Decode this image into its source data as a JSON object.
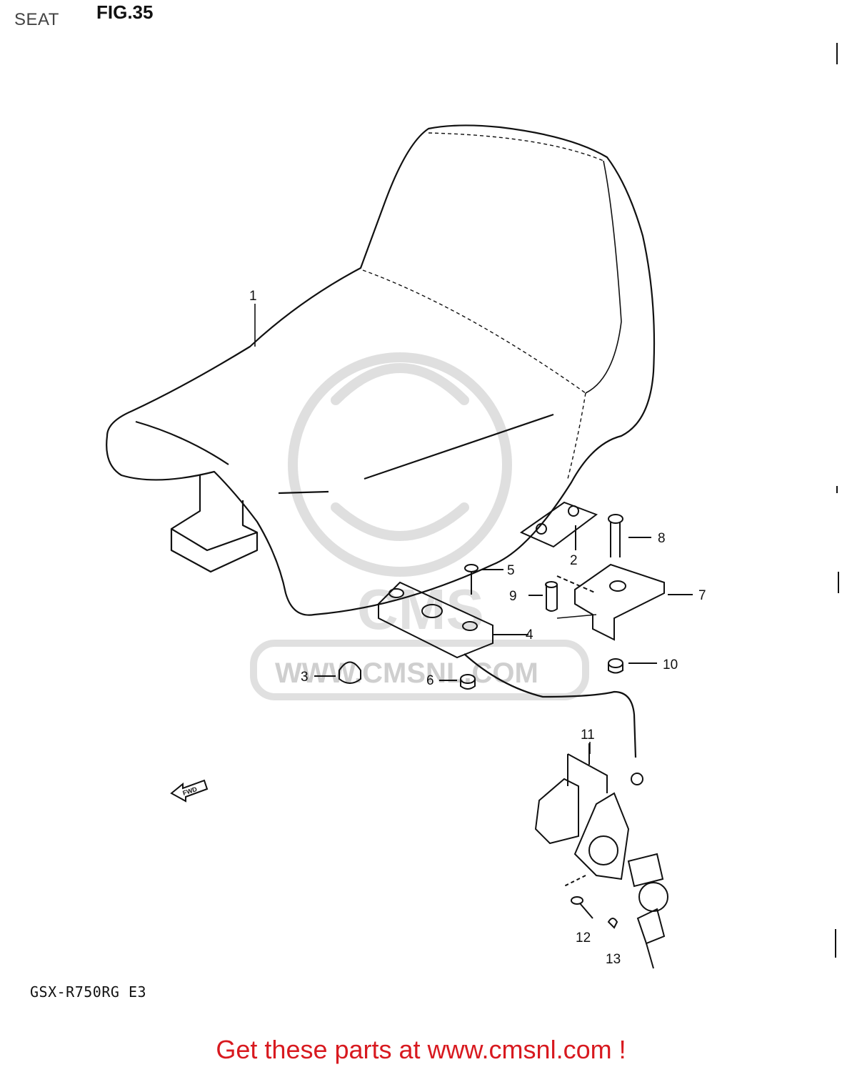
{
  "header": {
    "section_label": "SEAT",
    "figure_title": "FIG.35"
  },
  "diagram": {
    "callouts": [
      "1",
      "2",
      "3",
      "4",
      "5",
      "6",
      "7",
      "8",
      "9",
      "10",
      "11",
      "12",
      "13"
    ],
    "fwd_label": "FWD",
    "watermark_text": "WWW.CMSNL.COM",
    "watermark_logo_text": "CMS"
  },
  "footer": {
    "model_code": "GSX-R750RG E3",
    "cta_text": "Get these parts at www.cmsnl.com !"
  }
}
